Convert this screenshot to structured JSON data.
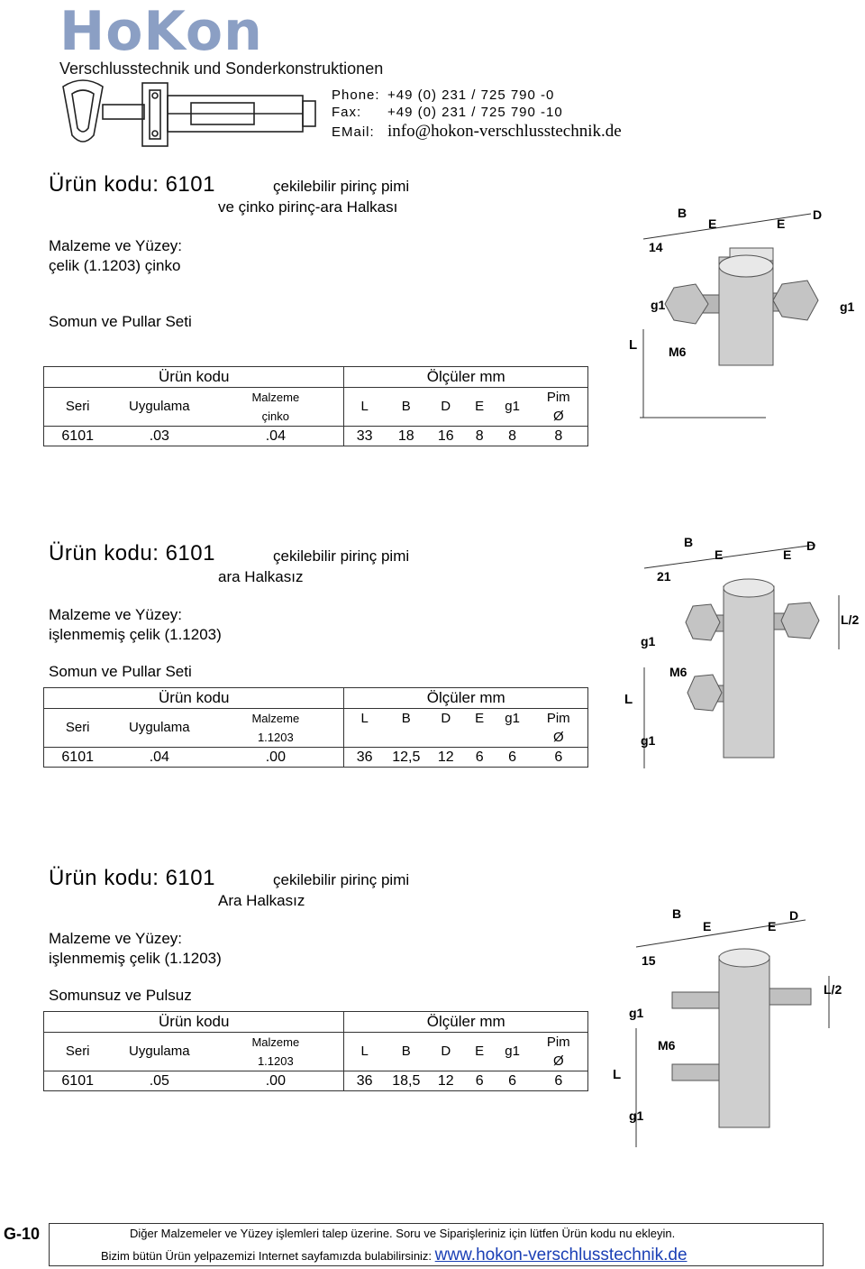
{
  "header": {
    "logo": "HoKon",
    "tagline": "Verschlusstechnik und Sonderkonstruktionen",
    "phone_label": "Phone:",
    "phone": "+49 (0) 231 / 725 790 -0",
    "fax_label": "Fax:",
    "fax": "+49 (0) 231 / 725 790 -10",
    "email_label": "EMail:",
    "email": "info@hokon-verschlusstechnik.de"
  },
  "products": [
    {
      "code": "Ürün kodu: 6101",
      "desc1": "çekilebilir pirinç pimi",
      "desc2": "ve çinko pirinç-ara Halkası",
      "material_title": "Malzeme ve Yüzey:",
      "material": "çelik (1.1203) çinko",
      "set": "Somun ve Pullar Seti",
      "table": {
        "h_code": "Ürün kodu",
        "h_dims": "Ölçüler mm",
        "seri": "Seri",
        "uygulama": "Uygulama",
        "malzeme": "Malzeme",
        "mat_sub": "çinko",
        "L": "L",
        "B": "B",
        "D": "D",
        "E": "E",
        "g1": "g1",
        "pim": "Pim",
        "dia": "Ø",
        "row": [
          "6101",
          ".03",
          ".04",
          "33",
          "18",
          "16",
          "8",
          "8",
          "8"
        ]
      },
      "drawing": {
        "top": "14",
        "labels": [
          "B",
          "E",
          "E",
          "D",
          "g1",
          "g1",
          "L",
          "M6"
        ]
      }
    },
    {
      "code": "Ürün kodu: 6101",
      "desc1": "çekilebilir pirinç pimi",
      "desc2": "ara Halkasız",
      "material_title": "Malzeme ve Yüzey:",
      "material": "işlenmemiş çelik (1.1203)",
      "set": "Somun ve Pullar Seti",
      "table": {
        "h_code": "Ürün kodu",
        "h_dims": "Ölçüler mm",
        "seri": "Seri",
        "uygulama": "Uygulama",
        "malzeme": "Malzeme",
        "mat_sub": "1.1203",
        "L": "L",
        "B": "B",
        "D": "D",
        "E": "E",
        "g1": "g1",
        "pim": "Pim",
        "dia": "Ø",
        "row": [
          "6101",
          ".04",
          ".00",
          "36",
          "12,5",
          "12",
          "6",
          "6",
          "6"
        ]
      },
      "drawing": {
        "top": "21",
        "labels": [
          "B",
          "E",
          "E",
          "D",
          "g1",
          "g1",
          "L",
          "M6",
          "L/2"
        ]
      }
    },
    {
      "code": "Ürün kodu: 6101",
      "desc1": "çekilebilir pirinç pimi",
      "desc2": "Ara Halkasız",
      "material_title": "Malzeme ve Yüzey:",
      "material": "işlenmemiş çelik (1.1203)",
      "set": "Somunsuz ve Pulsuz",
      "table": {
        "h_code": "Ürün kodu",
        "h_dims": "Ölçüler mm",
        "seri": "Seri",
        "uygulama": "Uygulama",
        "malzeme": "Malzeme",
        "mat_sub": "1.1203",
        "L": "L",
        "B": "B",
        "D": "D",
        "E": "E",
        "g1": "g1",
        "pim": "Pim",
        "dia": "Ø",
        "row": [
          "6101",
          ".05",
          ".00",
          "36",
          "18,5",
          "12",
          "6",
          "6",
          "6"
        ]
      },
      "drawing": {
        "top": "15",
        "labels": [
          "B",
          "E",
          "E",
          "D",
          "g1",
          "g1",
          "L",
          "M6",
          "L/2"
        ]
      }
    }
  ],
  "footer": {
    "page": "G-10",
    "line1": "Diğer Malzemeler ve Yüzey işlemleri talep üzerine. Soru ve Siparişleriniz için lütfen Ürün kodu nu ekleyin.",
    "line2": "Bizim bütün Ürün yelpazemizi Internet sayfamızda bulabilirsiniz:",
    "link": "www.hokon-verschlusstechnik.de"
  }
}
